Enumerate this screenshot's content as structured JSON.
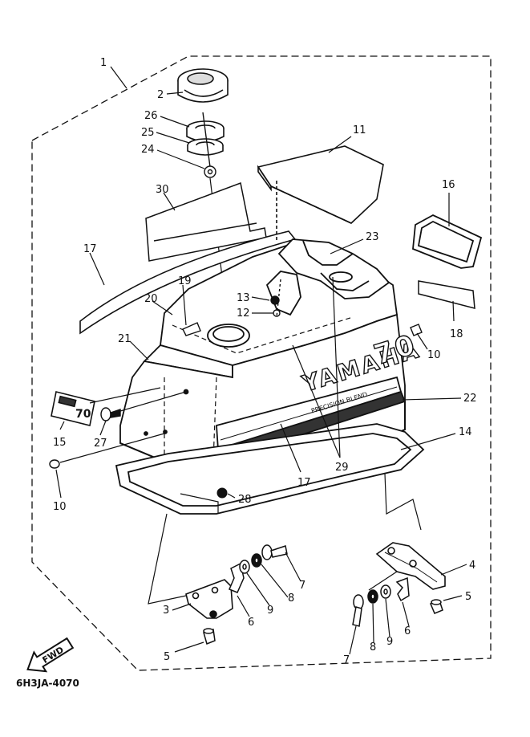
{
  "diagram": {
    "labels": [
      {
        "id": "1",
        "text": "1"
      },
      {
        "id": "2",
        "text": "2"
      },
      {
        "id": "26",
        "text": "26"
      },
      {
        "id": "25",
        "text": "25"
      },
      {
        "id": "24",
        "text": "24"
      },
      {
        "id": "11",
        "text": "11"
      },
      {
        "id": "30",
        "text": "30"
      },
      {
        "id": "16",
        "text": "16"
      },
      {
        "id": "17a",
        "text": "17"
      },
      {
        "id": "23",
        "text": "23"
      },
      {
        "id": "19",
        "text": "19"
      },
      {
        "id": "13",
        "text": "13"
      },
      {
        "id": "12",
        "text": "12"
      },
      {
        "id": "20",
        "text": "20"
      },
      {
        "id": "18",
        "text": "18"
      },
      {
        "id": "21",
        "text": "21"
      },
      {
        "id": "10a",
        "text": "10"
      },
      {
        "id": "22",
        "text": "22"
      },
      {
        "id": "15",
        "text": "15"
      },
      {
        "id": "27",
        "text": "27"
      },
      {
        "id": "14",
        "text": "14"
      },
      {
        "id": "17b",
        "text": "17"
      },
      {
        "id": "29",
        "text": "29"
      },
      {
        "id": "10b",
        "text": "10"
      },
      {
        "id": "28",
        "text": "28"
      },
      {
        "id": "7a",
        "text": "7"
      },
      {
        "id": "8a",
        "text": "8"
      },
      {
        "id": "9a",
        "text": "9"
      },
      {
        "id": "4",
        "text": "4"
      },
      {
        "id": "6a",
        "text": "6"
      },
      {
        "id": "3",
        "text": "3"
      },
      {
        "id": "5a",
        "text": "5"
      },
      {
        "id": "5b",
        "text": "5"
      },
      {
        "id": "7b",
        "text": "7"
      },
      {
        "id": "8b",
        "text": "8"
      },
      {
        "id": "9b",
        "text": "9"
      },
      {
        "id": "6b",
        "text": "6"
      }
    ],
    "brand_text": "YAMAHA",
    "model_text": "70",
    "sub_text": "PRECISION BLEND",
    "badge_text": "70",
    "fwd_text": "FWD",
    "diagram_code": "6H3JA-4070"
  }
}
